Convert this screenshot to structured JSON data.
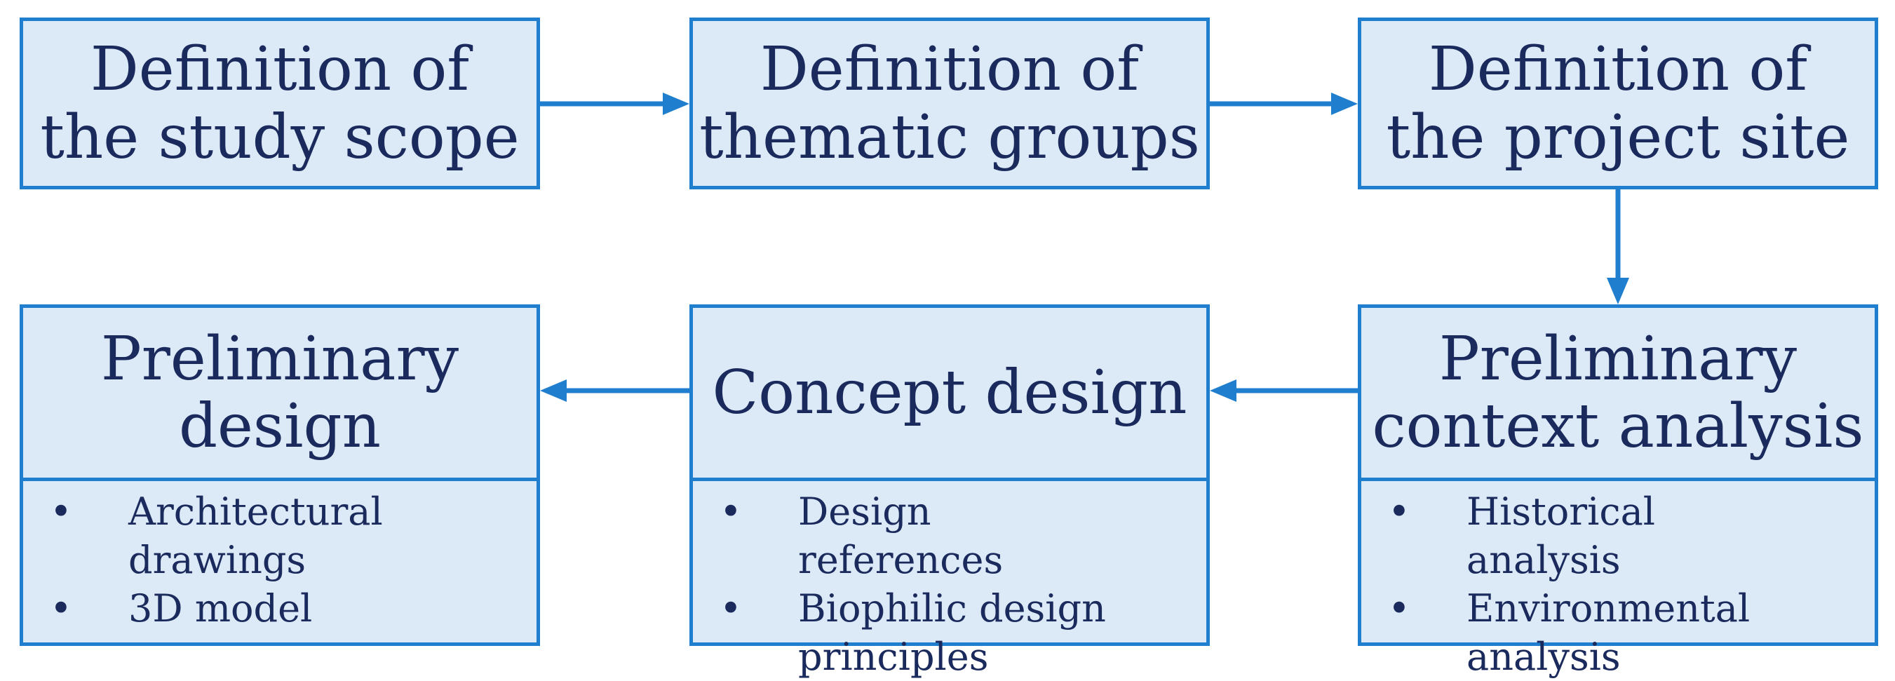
{
  "nodes": {
    "scope": {
      "lines": [
        "Definition of",
        "the study scope"
      ]
    },
    "thematic": {
      "lines": [
        "Definition of",
        "thematic groups"
      ]
    },
    "site": {
      "lines": [
        "Definition of",
        "the project site"
      ]
    },
    "context": {
      "lines": [
        "Preliminary",
        "context analysis"
      ],
      "bullets": [
        "Historical analysis",
        "Environmental analysis"
      ]
    },
    "concept": {
      "lines": [
        "Concept design"
      ],
      "bullets": [
        "Design references",
        "Biophilic design principles"
      ]
    },
    "prelim": {
      "lines": [
        "Preliminary",
        "design"
      ],
      "bullets": [
        "Architectural drawings",
        "3D model"
      ]
    }
  },
  "bullet_symbol": "•",
  "colors": {
    "border": "#1f7fce",
    "fill": "#dce9f7",
    "text": "#1a2a5c"
  }
}
